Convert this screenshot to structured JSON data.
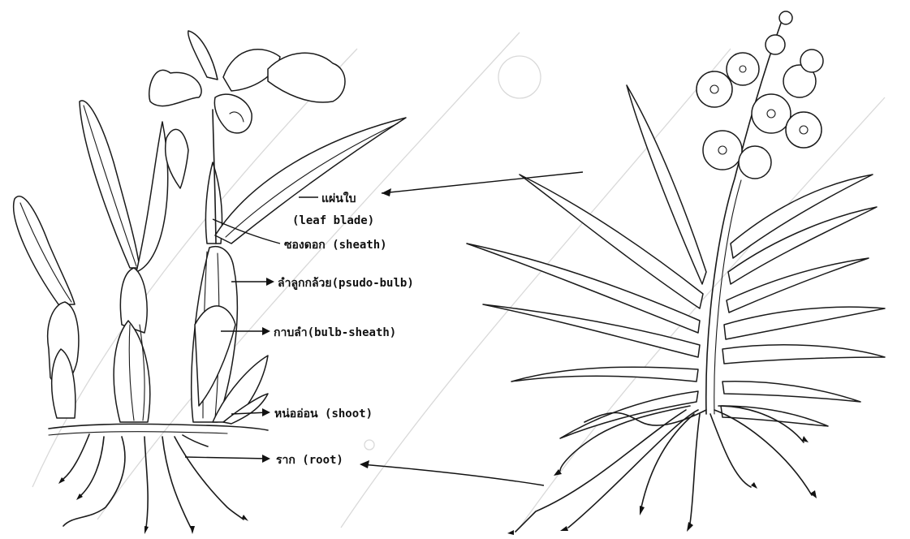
{
  "labels": {
    "leaf_blade_th": "แผ่นใบ",
    "leaf_blade_en": "(leaf blade)",
    "sheath": "ซองดอก (sheath)",
    "pseudo_bulb": "ลำลูกกล้วย(psudo-bulb)",
    "bulb_sheath": "กาบลำ(bulb-sheath)",
    "shoot": "หน่ออ่อน (shoot)",
    "root": "ราก (root)"
  }
}
